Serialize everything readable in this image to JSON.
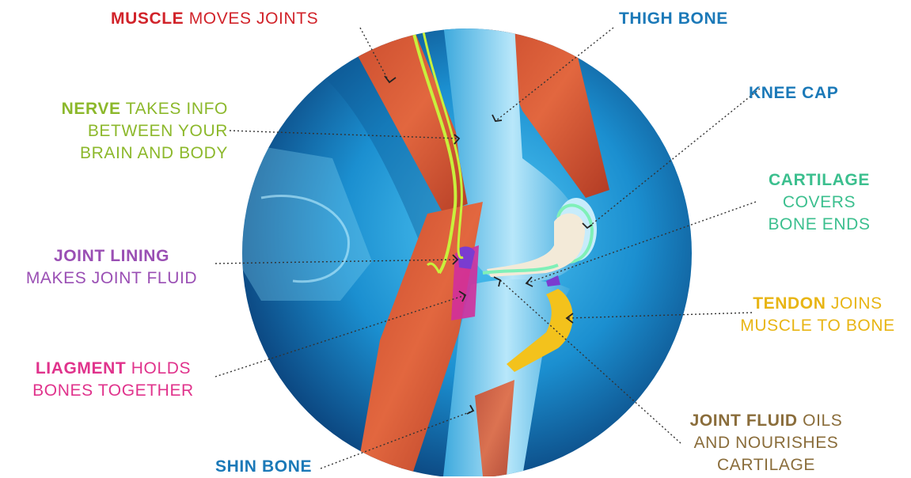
{
  "labels": {
    "muscle": {
      "title": "MUSCLE",
      "rest": " MOVES JOINTS",
      "color": "#d1232a",
      "rest_color": "#d1232a"
    },
    "thigh": {
      "title": "THIGH BONE",
      "rest": "",
      "color": "#1b79b8"
    },
    "nerve": {
      "title": "NERVE",
      "line1_rest": " TAKES INFO",
      "line2": "BETWEEN YOUR",
      "line3": "BRAIN AND BODY",
      "color": "#8cb82b"
    },
    "kneecap": {
      "title": "KNEE CAP",
      "color": "#1b79b8"
    },
    "cartilage": {
      "title": "CARTILAGE",
      "line2": "COVERS",
      "line3": "BONE ENDS",
      "color": "#3bbf8e"
    },
    "lining": {
      "title": "JOINT LINING",
      "line2": "MAKES JOINT FLUID",
      "color": "#9a4fb4"
    },
    "tendon": {
      "title": "TENDON",
      "line1_rest": " JOINS",
      "line2": "MUSCLE TO BONE",
      "color": "#e8b514"
    },
    "ligament": {
      "title": "LIAGMENT",
      "line1_rest": " HOLDS",
      "line2": "BONES TOGETHER",
      "color": "#e0338c"
    },
    "fluid": {
      "title": "JOINT FLUID",
      "line1_rest": " OILS",
      "line2": "AND NOURISHES",
      "line3": "CARTILAGE",
      "color": "#8a6d3b"
    },
    "shin": {
      "title": "SHIN BONE",
      "color": "#1b79b8"
    }
  },
  "colors": {
    "circle_outer": "#0b4f86",
    "circle_inner": "#1ea7e6",
    "muscle": "#d9583a",
    "bone": "#9ed7f2",
    "cartilage_edge": "#7ff0b8",
    "tendon": "#f3c21c",
    "ligament": "#d12f9c",
    "lining": "#7a3cd0",
    "nerve": "#c8f03c",
    "fluid": "#f3ead8"
  }
}
